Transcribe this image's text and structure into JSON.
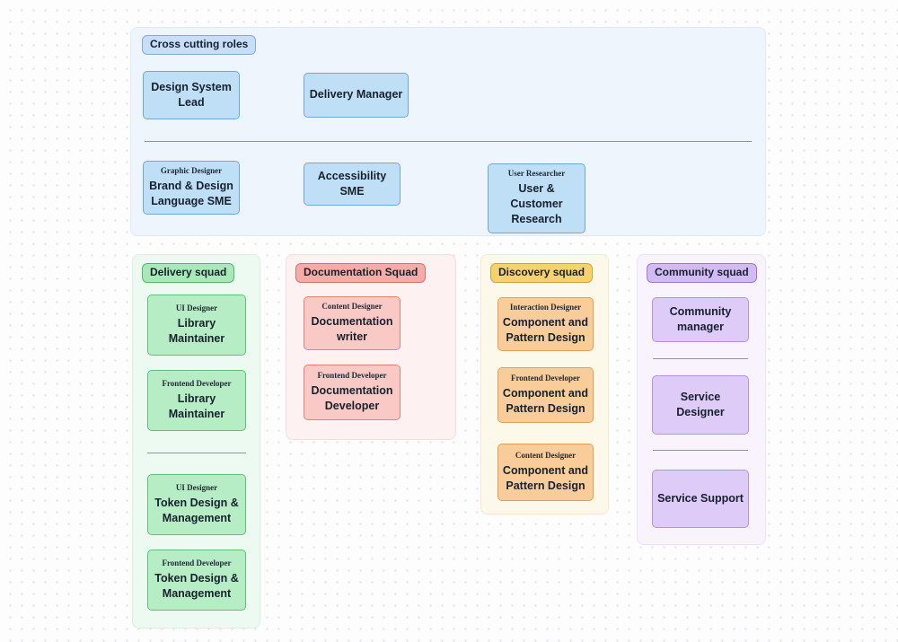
{
  "cross_cutting": {
    "label": "Cross cutting roles",
    "row1": [
      {
        "title": "Design System Lead"
      },
      {
        "title": "Delivery Manager"
      }
    ],
    "row2": [
      {
        "role": "Graphic Designer",
        "title": "Brand & Design Language SME"
      },
      {
        "title": "Accessibility SME"
      },
      {
        "role": "User Researcher",
        "title": "User & Customer Research"
      }
    ]
  },
  "squads": {
    "delivery": {
      "label": "Delivery squad",
      "cards": [
        {
          "role": "UI Designer",
          "title": "Library Maintainer"
        },
        {
          "role": "Frontend Developer",
          "title": "Library Maintainer"
        },
        {
          "role": "UI Designer",
          "title": "Token Design & Management"
        },
        {
          "role": "Frontend Developer",
          "title": "Token Design & Management"
        }
      ]
    },
    "documentation": {
      "label": "Documentation Squad",
      "cards": [
        {
          "role": "Content Designer",
          "title": "Documentation writer"
        },
        {
          "role": "Frontend Developer",
          "title": "Documentation Developer"
        }
      ]
    },
    "discovery": {
      "label": "Discovery squad",
      "cards": [
        {
          "role": "Interaction Designer",
          "title": "Component and Pattern Design"
        },
        {
          "role": "Frontend Developer",
          "title": "Component and Pattern Design"
        },
        {
          "role": "Content Designer",
          "title": "Component and Pattern Design"
        }
      ]
    },
    "community": {
      "label": "Community squad",
      "cards": [
        {
          "title": "Community manager"
        },
        {
          "title": "Service Designer"
        },
        {
          "title": "Service Support"
        }
      ]
    }
  },
  "colors": {
    "blue": {
      "section_bg": "#EEF5FC",
      "pill_bg": "#C6DEF8",
      "pill_border": "#86A9D4",
      "card_bg": "#BFDFF6",
      "card_border": "#6FA7D8"
    },
    "green": {
      "section_bg": "#EDFAF1",
      "pill_bg": "#A9E8B9",
      "pill_border": "#58B670",
      "card_bg": "#B6EDC5",
      "card_border": "#5FBF79"
    },
    "pink": {
      "section_bg": "#FDF2F1",
      "pill_bg": "#F5ACA7",
      "pill_border": "#D4736B",
      "card_bg": "#F8C9C5",
      "card_border": "#E0837B"
    },
    "orange": {
      "section_bg": "#FDF9EA",
      "pill_bg": "#F6D26F",
      "pill_border": "#CFA43C",
      "card_bg": "#F8CD9A",
      "card_border": "#DFA158"
    },
    "purple": {
      "section_bg": "#F8F3FD",
      "pill_bg": "#D2BBF2",
      "pill_border": "#9C79CF",
      "card_bg": "#DECBF8",
      "card_border": "#B591E3"
    },
    "divider": "#8F959B",
    "text": "#17212E"
  }
}
